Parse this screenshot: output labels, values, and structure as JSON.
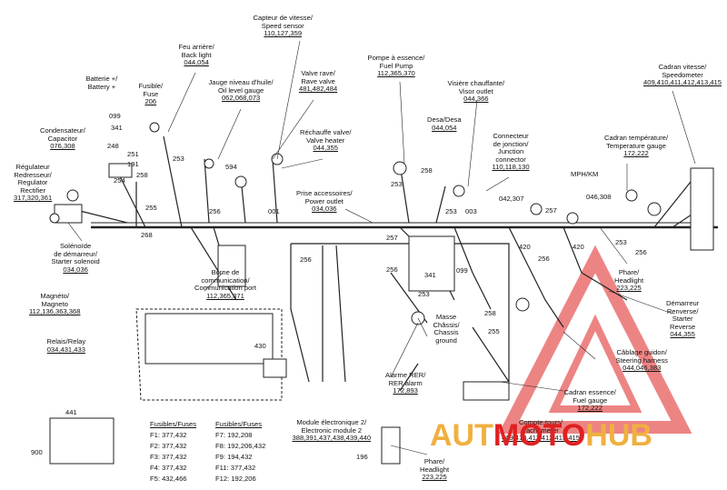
{
  "side_code": "vmo2943",
  "labels": [
    {
      "id": "capteur",
      "lines": [
        "Capteur de vitesse/",
        "Speed sensor"
      ],
      "ref": "110,127,359"
    },
    {
      "id": "feu",
      "lines": [
        "Feu arrière/",
        "Back light"
      ],
      "ref": "044,054"
    },
    {
      "id": "batterie",
      "lines": [
        "Batterie +/",
        "Battery +"
      ],
      "ref": ""
    },
    {
      "id": "fusible",
      "lines": [
        "Fusible/",
        "Fuse"
      ],
      "ref": "206"
    },
    {
      "id": "jauge",
      "lines": [
        "Jauge niveau d'huile/",
        "Oil level gauge"
      ],
      "ref": "062,068,073"
    },
    {
      "id": "valve",
      "lines": [
        "Valve rave/",
        "Rave valve"
      ],
      "ref": "481,482,484"
    },
    {
      "id": "pompe",
      "lines": [
        "Pompe à essence/",
        "Fuel Pump"
      ],
      "ref": "112,365,370"
    },
    {
      "id": "visiere",
      "lines": [
        "Visière chauffante/",
        "Visor outlet"
      ],
      "ref": "044,366"
    },
    {
      "id": "cadran_vit",
      "lines": [
        "Cadran vitesse/",
        "Speedometer"
      ],
      "ref": "409,410,411,412,413,415"
    },
    {
      "id": "condensateur",
      "lines": [
        "Condensateur/",
        "Capacitor"
      ],
      "ref": "076,308"
    },
    {
      "id": "rechauffe",
      "lines": [
        "Réchauffe valve/",
        "Valve heater"
      ],
      "ref": "044,355"
    },
    {
      "id": "desa",
      "lines": [
        "Desa/Desa"
      ],
      "ref": "044,054"
    },
    {
      "id": "connecteur",
      "lines": [
        "Connecteur",
        "de jonction/",
        "Junction",
        "connector"
      ],
      "ref": "110,118,130"
    },
    {
      "id": "cadran_temp",
      "lines": [
        "Cadran température/",
        "Temperature gauge"
      ],
      "ref": "172,222"
    },
    {
      "id": "regulateur",
      "lines": [
        "Régulateur",
        "Redresseur/",
        "Regulator",
        "Rectifier"
      ],
      "ref": "317,320,361"
    },
    {
      "id": "mph",
      "lines": [
        "MPH/KM"
      ],
      "ref": ""
    },
    {
      "id": "prise",
      "lines": [
        "Prise accessoires/",
        "Power outlet"
      ],
      "ref": "034,036"
    },
    {
      "id": "solenoide",
      "lines": [
        "Solénoïde",
        "de démarreur/",
        "Starter solenoid"
      ],
      "ref": "034,036"
    },
    {
      "id": "borne",
      "lines": [
        "Borne de",
        "communication/",
        "Communication port"
      ],
      "ref": "112,365,371"
    },
    {
      "id": "phare_r",
      "lines": [
        "Phare/",
        "Headlight"
      ],
      "ref": "223,225"
    },
    {
      "id": "magneto",
      "lines": [
        "Magnéto/",
        "Magneto"
      ],
      "ref": "112,136,363,368"
    },
    {
      "id": "demarreur",
      "lines": [
        "Démarreur",
        "Renverse/",
        "Starter",
        "Reverse"
      ],
      "ref": "044,355"
    },
    {
      "id": "relais",
      "lines": [
        "Relais/Relay"
      ],
      "ref": "034,431,433"
    },
    {
      "id": "masse",
      "lines": [
        "Masse",
        "Châssis/",
        "Chassis",
        "ground"
      ],
      "ref": ""
    },
    {
      "id": "cablage",
      "lines": [
        "Câblage guidon/",
        "Steering harness"
      ],
      "ref": "044,046,383"
    },
    {
      "id": "alarme",
      "lines": [
        "Alarme RER/",
        "RER alarm"
      ],
      "ref": "172,893"
    },
    {
      "id": "cadran_ess",
      "lines": [
        "Cadran essence/",
        "Fuel gauge"
      ],
      "ref": "172,222"
    },
    {
      "id": "compte",
      "lines": [
        "Compte-tours/",
        "Tachometer"
      ],
      "ref": "409,410,411,412,413,415"
    },
    {
      "id": "module",
      "lines": [
        "Module électronique 2/",
        "Electronic module 2"
      ],
      "ref": "388,391,437,438,439,440"
    },
    {
      "id": "phare_b",
      "lines": [
        "Phare/",
        "Headlight"
      ],
      "ref": "223,225"
    }
  ],
  "callouts": [
    "099",
    "341",
    "248",
    "251",
    "191",
    "254",
    "258",
    "253",
    "594",
    "255",
    "256",
    "268",
    "001",
    "253",
    "258",
    "003",
    "257",
    "042,307",
    "046,308",
    "420",
    "420",
    "253",
    "256",
    "257",
    "099",
    "256",
    "341",
    "253",
    "258",
    "255",
    "256",
    "430",
    "441",
    "900",
    "196",
    "256",
    "253"
  ],
  "fuses": {
    "header_left": "Fusibles/Fuses",
    "header_right": "Fusibles/Fuses",
    "left": [
      "F1: 377,432",
      "F2: 377,432",
      "F3: 377,432",
      "F4: 377,432",
      "F5: 432,466"
    ],
    "right": [
      "F7: 192,208",
      "F8: 192,206,432",
      "F9: 194,432",
      "F11: 377,432",
      "F12: 192,206"
    ]
  },
  "watermark": {
    "prefix": "AUT",
    "mid": "MOTO",
    "suffix": "HUB",
    "color_a": "#f0b040",
    "color_b": "#e02020"
  }
}
